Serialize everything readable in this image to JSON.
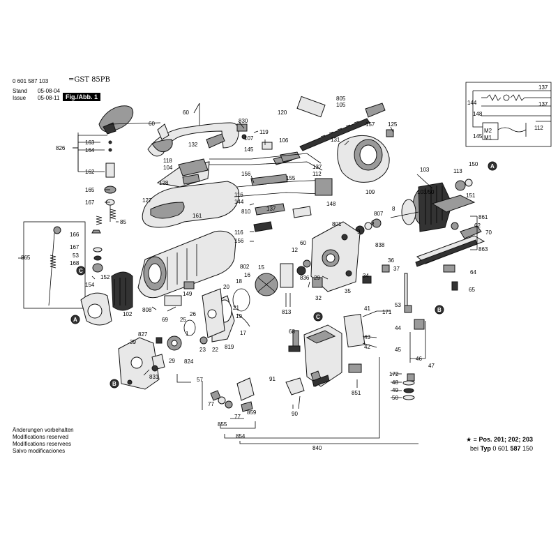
{
  "header": {
    "type_number": "0 601 587 103",
    "model": "=GST 85PB",
    "stand_label": "Stand",
    "issue_label": "Issue",
    "stand_date": "05-08-04",
    "issue_date": "05-08-11",
    "figure": "Fig./Abb. 1"
  },
  "notes": [
    "Änderungen vorbehalten",
    "Modifications reserved",
    "Modifications reservees",
    "Salvo modificaciones"
  ],
  "footer": {
    "line1_prefix": "★ = ",
    "line1_bold": "Pos. 201; 202; 203",
    "line2_prefix": "bei ",
    "line2_bold": "Typ",
    "line2_type": " 0 601 ",
    "line2_type_bold": "587",
    "line2_suffix": " 150"
  },
  "callouts": [
    {
      "id": "c60a",
      "text": "60"
    },
    {
      "id": "c60b",
      "text": "60"
    },
    {
      "id": "c830",
      "text": "830"
    },
    {
      "id": "c119",
      "text": "119"
    },
    {
      "id": "c107",
      "text": "107"
    },
    {
      "id": "c132",
      "text": "132"
    },
    {
      "id": "c145",
      "text": "145"
    },
    {
      "id": "c106",
      "text": "106"
    },
    {
      "id": "c131",
      "text": "131"
    },
    {
      "id": "c120",
      "text": "120"
    },
    {
      "id": "c805",
      "text": "805"
    },
    {
      "id": "c105",
      "text": "105"
    },
    {
      "id": "c157",
      "text": "157"
    },
    {
      "id": "c125",
      "text": "125"
    },
    {
      "id": "c826",
      "text": "826"
    },
    {
      "id": "c163",
      "text": "163"
    },
    {
      "id": "c164",
      "text": "164"
    },
    {
      "id": "c162",
      "text": "162"
    },
    {
      "id": "c165",
      "text": "165"
    },
    {
      "id": "c167a",
      "text": "167"
    },
    {
      "id": "c85",
      "text": "85"
    },
    {
      "id": "c118",
      "text": "118"
    },
    {
      "id": "c104",
      "text": "104"
    },
    {
      "id": "c128",
      "text": "128"
    },
    {
      "id": "c127",
      "text": "127"
    },
    {
      "id": "c161",
      "text": "161"
    },
    {
      "id": "c156a",
      "text": "156"
    },
    {
      "id": "c137a",
      "text": "137"
    },
    {
      "id": "c112",
      "text": "112"
    },
    {
      "id": "c155",
      "text": "155"
    },
    {
      "id": "c116a",
      "text": "116"
    },
    {
      "id": "c144",
      "text": "144"
    },
    {
      "id": "c810",
      "text": "810"
    },
    {
      "id": "c137b",
      "text": "137"
    },
    {
      "id": "c148",
      "text": "148"
    },
    {
      "id": "c109",
      "text": "109"
    },
    {
      "id": "c103",
      "text": "103"
    },
    {
      "id": "c113",
      "text": "113"
    },
    {
      "id": "c150",
      "text": "150"
    },
    {
      "id": "c10350",
      "text": "103/50"
    },
    {
      "id": "c151",
      "text": "151"
    },
    {
      "id": "c8",
      "text": "8"
    },
    {
      "id": "c807",
      "text": "807"
    },
    {
      "id": "c6",
      "text": "6"
    },
    {
      "id": "c801",
      "text": "801"
    },
    {
      "id": "c861",
      "text": "861"
    },
    {
      "id": "c62",
      "text": "62"
    },
    {
      "id": "c70",
      "text": "70"
    },
    {
      "id": "c863",
      "text": "863"
    },
    {
      "id": "c166",
      "text": "166"
    },
    {
      "id": "c167b",
      "text": "167"
    },
    {
      "id": "c53a",
      "text": "53"
    },
    {
      "id": "c168",
      "text": "168"
    },
    {
      "id": "c865",
      "text": "865"
    },
    {
      "id": "c116b",
      "text": "116"
    },
    {
      "id": "c156b",
      "text": "156"
    },
    {
      "id": "c9",
      "text": "9"
    },
    {
      "id": "c838",
      "text": "838"
    },
    {
      "id": "c60c",
      "text": "60"
    },
    {
      "id": "c12",
      "text": "12"
    },
    {
      "id": "c802",
      "text": "802"
    },
    {
      "id": "c15",
      "text": "15"
    },
    {
      "id": "c36",
      "text": "36"
    },
    {
      "id": "c37",
      "text": "37"
    },
    {
      "id": "c64",
      "text": "64"
    },
    {
      "id": "c65",
      "text": "65"
    },
    {
      "id": "c152",
      "text": "152"
    },
    {
      "id": "c154",
      "text": "154"
    },
    {
      "id": "c20",
      "text": "20"
    },
    {
      "id": "c18",
      "text": "18"
    },
    {
      "id": "c16",
      "text": "16"
    },
    {
      "id": "c836",
      "text": "836"
    },
    {
      "id": "c29a",
      "text": "29"
    },
    {
      "id": "c34",
      "text": "34"
    },
    {
      "id": "c35",
      "text": "35"
    },
    {
      "id": "c32",
      "text": "32"
    },
    {
      "id": "c149",
      "text": "149"
    },
    {
      "id": "c808",
      "text": "808"
    },
    {
      "id": "c102",
      "text": "102"
    },
    {
      "id": "c813",
      "text": "813"
    },
    {
      "id": "c53b",
      "text": "53"
    },
    {
      "id": "c171",
      "text": "171"
    },
    {
      "id": "c41",
      "text": "41"
    },
    {
      "id": "c69",
      "text": "69"
    },
    {
      "id": "c25",
      "text": "25"
    },
    {
      "id": "c26",
      "text": "26"
    },
    {
      "id": "c21",
      "text": "21"
    },
    {
      "id": "c19",
      "text": "19"
    },
    {
      "id": "c17",
      "text": "17"
    },
    {
      "id": "c68",
      "text": "68"
    },
    {
      "id": "c44",
      "text": "44"
    },
    {
      "id": "c43",
      "text": "43"
    },
    {
      "id": "c42",
      "text": "42"
    },
    {
      "id": "c45",
      "text": "45"
    },
    {
      "id": "c827",
      "text": "827"
    },
    {
      "id": "c1",
      "text": "1"
    },
    {
      "id": "c23",
      "text": "23"
    },
    {
      "id": "c22",
      "text": "22"
    },
    {
      "id": "c819",
      "text": "819"
    },
    {
      "id": "c39",
      "text": "39"
    },
    {
      "id": "c29b",
      "text": "29"
    },
    {
      "id": "c824",
      "text": "824"
    },
    {
      "id": "c46",
      "text": "46"
    },
    {
      "id": "c47",
      "text": "47"
    },
    {
      "id": "c831",
      "text": "831"
    },
    {
      "id": "c57",
      "text": "57"
    },
    {
      "id": "c91",
      "text": "91"
    },
    {
      "id": "c172",
      "text": "172"
    },
    {
      "id": "c48",
      "text": "48"
    },
    {
      "id": "c49",
      "text": "49"
    },
    {
      "id": "c50",
      "text": "50"
    },
    {
      "id": "c77a",
      "text": "77"
    },
    {
      "id": "c77b",
      "text": "77"
    },
    {
      "id": "c859",
      "text": "859"
    },
    {
      "id": "c851",
      "text": "851"
    },
    {
      "id": "c90",
      "text": "90"
    },
    {
      "id": "c855",
      "text": "855"
    },
    {
      "id": "c854",
      "text": "854"
    },
    {
      "id": "c840",
      "text": "840"
    },
    {
      "id": "w137a",
      "text": "137"
    },
    {
      "id": "w144",
      "text": "144"
    },
    {
      "id": "w137b",
      "text": "137"
    },
    {
      "id": "w148",
      "text": "148"
    },
    {
      "id": "wm2",
      "text": "M2"
    },
    {
      "id": "wm1",
      "text": "M1"
    },
    {
      "id": "w145",
      "text": "145"
    },
    {
      "id": "w112",
      "text": "112"
    }
  ],
  "markers": [
    {
      "id": "mA1",
      "text": "A"
    },
    {
      "id": "mA2",
      "text": "A"
    },
    {
      "id": "mB1",
      "text": "B"
    },
    {
      "id": "mB2",
      "text": "B"
    },
    {
      "id": "mC1",
      "text": "C"
    },
    {
      "id": "mC2",
      "text": "C"
    }
  ]
}
